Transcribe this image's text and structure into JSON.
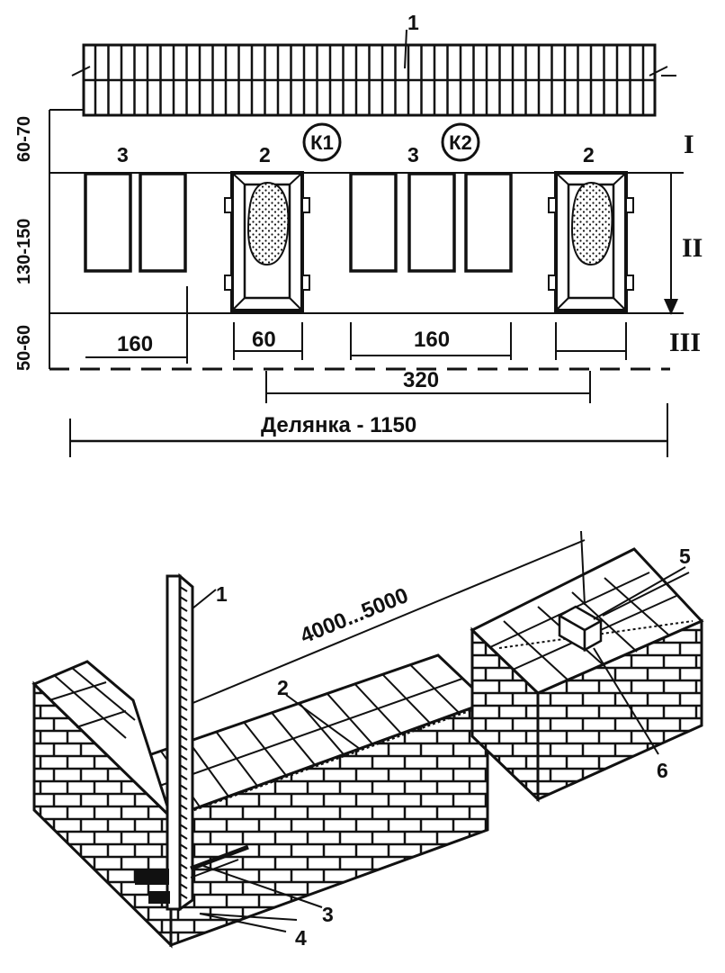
{
  "plan": {
    "callouts": {
      "wall": "1",
      "box_left": "2",
      "box_right": "2",
      "pallets_left": "3",
      "pallets_middle": "3"
    },
    "workplaces": {
      "k1": "К1",
      "k2": "К2"
    },
    "vertical_dims": {
      "zone1": "60-70",
      "zone2": "130-150",
      "zone3": "50-60"
    },
    "zones": {
      "z1": "I",
      "z2": "II",
      "z3": "III"
    },
    "horizontal_dims": {
      "pallets_left": "160",
      "box": "60",
      "pallets_middle": "160",
      "spacing": "320",
      "section": "Делянка - 1150"
    }
  },
  "perspective": {
    "callouts": {
      "pole": "1",
      "cord": "2",
      "item3": "3",
      "item4": "4",
      "item5": "5",
      "item6": "6"
    },
    "span": "4000...5000"
  }
}
